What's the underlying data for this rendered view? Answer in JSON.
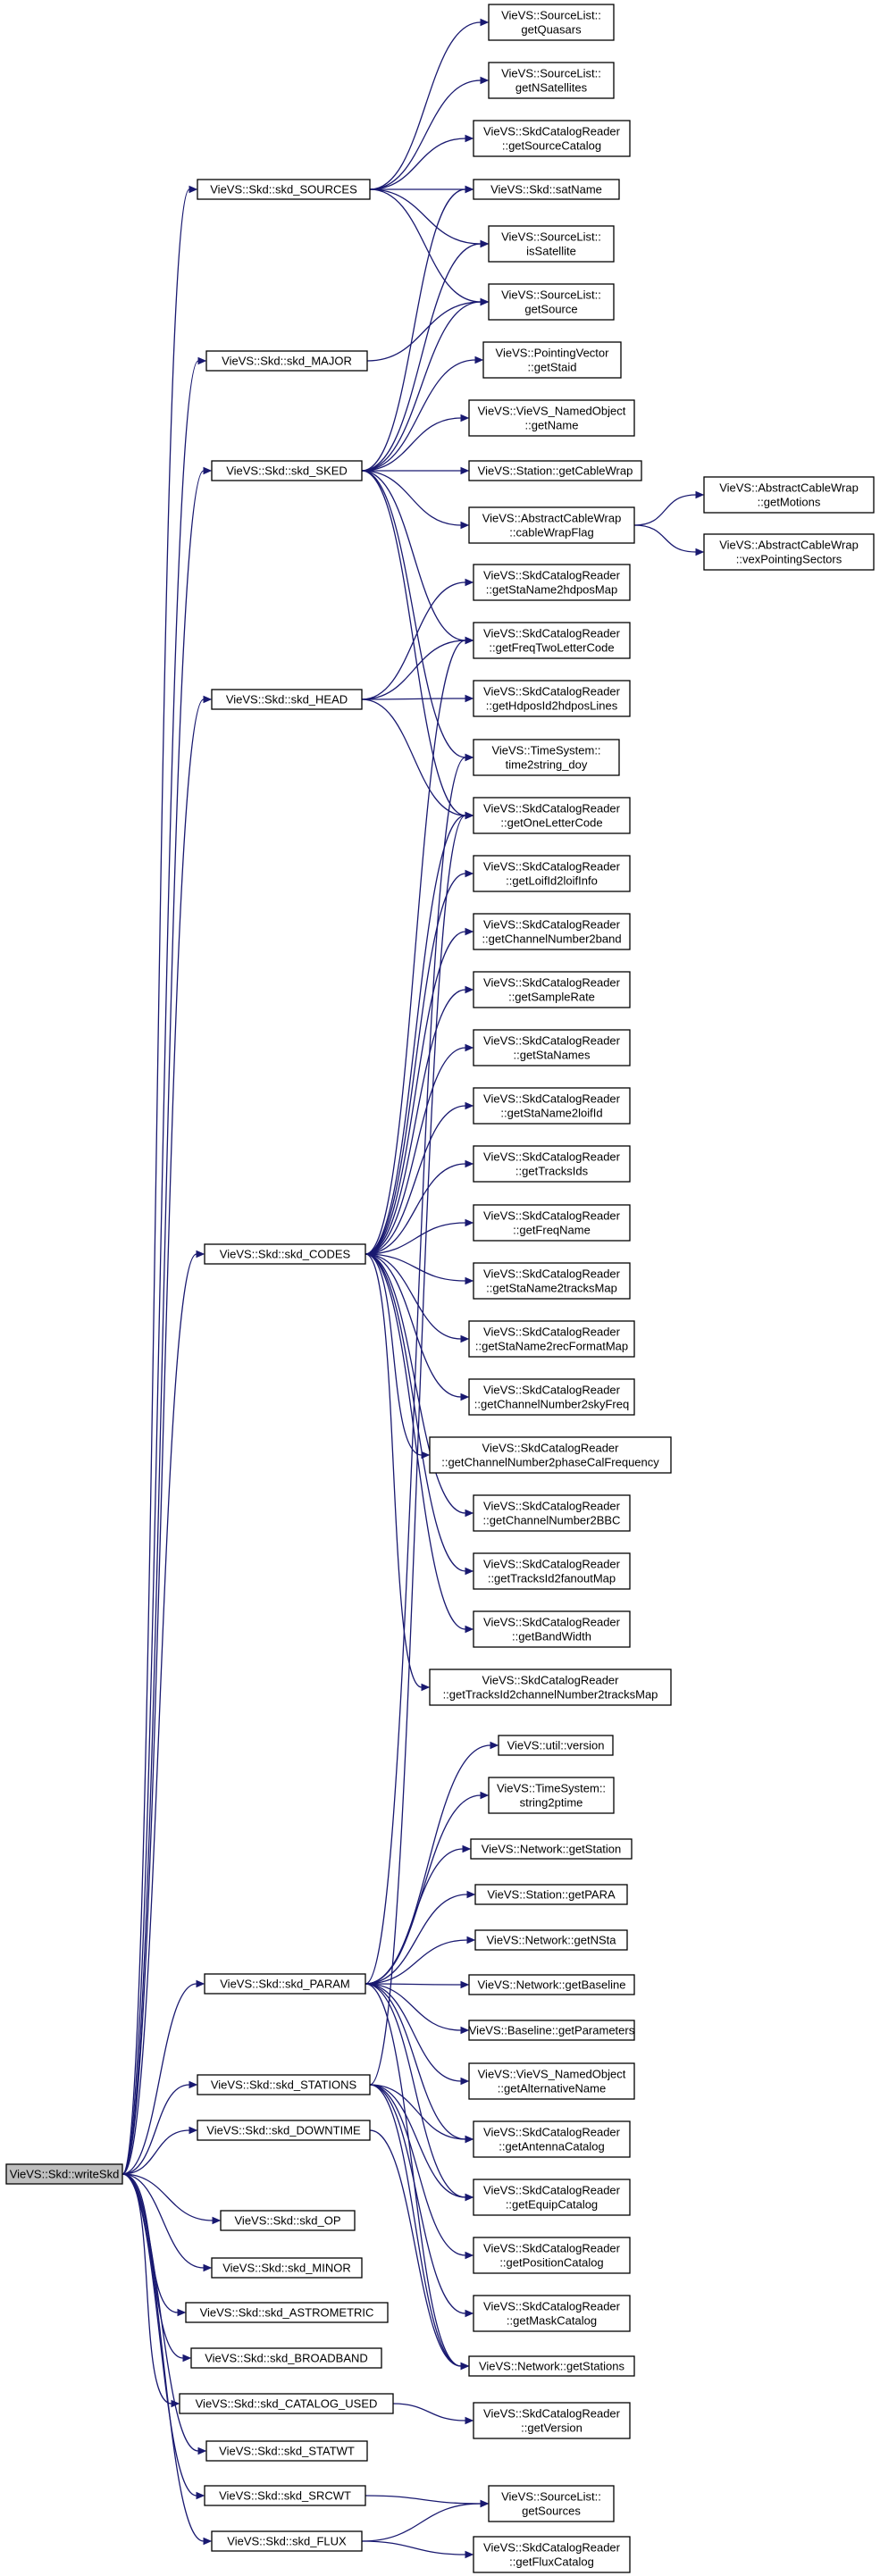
{
  "colors": {
    "edge": "#191970",
    "node_border": "#000000",
    "root_fill": "#bfbfbf",
    "node_fill": "#ffffff"
  },
  "nodes": {
    "writeSkd": [
      "VieVS::Skd::writeSkd"
    ],
    "skd_SOURCES": [
      "VieVS::Skd::skd_SOURCES"
    ],
    "skd_MAJOR": [
      "VieVS::Skd::skd_MAJOR"
    ],
    "skd_SKED": [
      "VieVS::Skd::skd_SKED"
    ],
    "skd_HEAD": [
      "VieVS::Skd::skd_HEAD"
    ],
    "skd_CODES": [
      "VieVS::Skd::skd_CODES"
    ],
    "skd_PARAM": [
      "VieVS::Skd::skd_PARAM"
    ],
    "skd_STATIONS": [
      "VieVS::Skd::skd_STATIONS"
    ],
    "skd_DOWNTIME": [
      "VieVS::Skd::skd_DOWNTIME"
    ],
    "skd_OP": [
      "VieVS::Skd::skd_OP"
    ],
    "skd_MINOR": [
      "VieVS::Skd::skd_MINOR"
    ],
    "skd_ASTROMETRIC": [
      "VieVS::Skd::skd_ASTROMETRIC"
    ],
    "skd_BROADBAND": [
      "VieVS::Skd::skd_BROADBAND"
    ],
    "skd_CATALOG_USED": [
      "VieVS::Skd::skd_CATALOG_USED"
    ],
    "skd_STATWT": [
      "VieVS::Skd::skd_STATWT"
    ],
    "skd_SRCWT": [
      "VieVS::Skd::skd_SRCWT"
    ],
    "skd_FLUX": [
      "VieVS::Skd::skd_FLUX"
    ],
    "getQuasars": [
      "VieVS::SourceList::",
      "getQuasars"
    ],
    "getNSatellites": [
      "VieVS::SourceList::",
      "getNSatellites"
    ],
    "getSourceCatalog": [
      "VieVS::SkdCatalogReader",
      "::getSourceCatalog"
    ],
    "satName": [
      "VieVS::Skd::satName"
    ],
    "isSatellite": [
      "VieVS::SourceList::",
      "isSatellite"
    ],
    "getSource": [
      "VieVS::SourceList::",
      "getSource"
    ],
    "getStaid": [
      "VieVS::PointingVector",
      "::getStaid"
    ],
    "getName": [
      "VieVS::VieVS_NamedObject",
      "::getName"
    ],
    "getCableWrap": [
      "VieVS::Station::getCableWrap"
    ],
    "cableWrapFlag": [
      "VieVS::AbstractCableWrap",
      "::cableWrapFlag"
    ],
    "getMotions": [
      "VieVS::AbstractCableWrap",
      "::getMotions"
    ],
    "vexPointingSectors": [
      "VieVS::AbstractCableWrap",
      "::vexPointingSectors"
    ],
    "getStaName2hdposMap": [
      "VieVS::SkdCatalogReader",
      "::getStaName2hdposMap"
    ],
    "getFreqTwoLetterCode": [
      "VieVS::SkdCatalogReader",
      "::getFreqTwoLetterCode"
    ],
    "getHdposId2hdposLines": [
      "VieVS::SkdCatalogReader",
      "::getHdposId2hdposLines"
    ],
    "time2string_doy": [
      "VieVS::TimeSystem::",
      "time2string_doy"
    ],
    "getOneLetterCode": [
      "VieVS::SkdCatalogReader",
      "::getOneLetterCode"
    ],
    "getLoifId2loifInfo": [
      "VieVS::SkdCatalogReader",
      "::getLoifId2loifInfo"
    ],
    "getChannelNumber2band": [
      "VieVS::SkdCatalogReader",
      "::getChannelNumber2band"
    ],
    "getSampleRate": [
      "VieVS::SkdCatalogReader",
      "::getSampleRate"
    ],
    "getStaNames": [
      "VieVS::SkdCatalogReader",
      "::getStaNames"
    ],
    "getStaName2loifId": [
      "VieVS::SkdCatalogReader",
      "::getStaName2loifId"
    ],
    "getTracksIds": [
      "VieVS::SkdCatalogReader",
      "::getTracksIds"
    ],
    "getFreqName": [
      "VieVS::SkdCatalogReader",
      "::getFreqName"
    ],
    "getStaName2tracksMap": [
      "VieVS::SkdCatalogReader",
      "::getStaName2tracksMap"
    ],
    "getStaName2recFormatMap": [
      "VieVS::SkdCatalogReader",
      "::getStaName2recFormatMap"
    ],
    "getChannelNumber2skyFreq": [
      "VieVS::SkdCatalogReader",
      "::getChannelNumber2skyFreq"
    ],
    "getChannelNumber2phaseCalFrequency": [
      "VieVS::SkdCatalogReader",
      "::getChannelNumber2phaseCalFrequency"
    ],
    "getChannelNumber2BBC": [
      "VieVS::SkdCatalogReader",
      "::getChannelNumber2BBC"
    ],
    "getTracksId2fanoutMap": [
      "VieVS::SkdCatalogReader",
      "::getTracksId2fanoutMap"
    ],
    "getBandWidth": [
      "VieVS::SkdCatalogReader",
      "::getBandWidth"
    ],
    "getTracksId2channelNumber2tracksMap": [
      "VieVS::SkdCatalogReader",
      "::getTracksId2channelNumber2tracksMap"
    ],
    "version": [
      "VieVS::util::version"
    ],
    "string2ptime": [
      "VieVS::TimeSystem::",
      "string2ptime"
    ],
    "getStation": [
      "VieVS::Network::getStation"
    ],
    "getPARA": [
      "VieVS::Station::getPARA"
    ],
    "getNSta": [
      "VieVS::Network::getNSta"
    ],
    "getBaseline": [
      "VieVS::Network::getBaseline"
    ],
    "getParameters": [
      "VieVS::Baseline::getParameters"
    ],
    "getAlternativeName": [
      "VieVS::VieVS_NamedObject",
      "::getAlternativeName"
    ],
    "getAntennaCatalog": [
      "VieVS::SkdCatalogReader",
      "::getAntennaCatalog"
    ],
    "getEquipCatalog": [
      "VieVS::SkdCatalogReader",
      "::getEquipCatalog"
    ],
    "getPositionCatalog": [
      "VieVS::SkdCatalogReader",
      "::getPositionCatalog"
    ],
    "getMaskCatalog": [
      "VieVS::SkdCatalogReader",
      "::getMaskCatalog"
    ],
    "getStations": [
      "VieVS::Network::getStations"
    ],
    "getVersion": [
      "VieVS::SkdCatalogReader",
      "::getVersion"
    ],
    "getSources": [
      "VieVS::SourceList::",
      "getSources"
    ],
    "getFluxCatalog": [
      "VieVS::SkdCatalogReader",
      "::getFluxCatalog"
    ]
  },
  "edges": [
    [
      "writeSkd",
      "skd_SOURCES"
    ],
    [
      "writeSkd",
      "skd_MAJOR"
    ],
    [
      "writeSkd",
      "skd_SKED"
    ],
    [
      "writeSkd",
      "skd_HEAD"
    ],
    [
      "writeSkd",
      "skd_CODES"
    ],
    [
      "writeSkd",
      "skd_PARAM"
    ],
    [
      "writeSkd",
      "skd_STATIONS"
    ],
    [
      "writeSkd",
      "skd_DOWNTIME"
    ],
    [
      "writeSkd",
      "skd_OP"
    ],
    [
      "writeSkd",
      "skd_MINOR"
    ],
    [
      "writeSkd",
      "skd_ASTROMETRIC"
    ],
    [
      "writeSkd",
      "skd_BROADBAND"
    ],
    [
      "writeSkd",
      "skd_CATALOG_USED"
    ],
    [
      "writeSkd",
      "skd_STATWT"
    ],
    [
      "writeSkd",
      "skd_SRCWT"
    ],
    [
      "writeSkd",
      "skd_FLUX"
    ],
    [
      "skd_SOURCES",
      "getQuasars"
    ],
    [
      "skd_SOURCES",
      "getNSatellites"
    ],
    [
      "skd_SOURCES",
      "getSourceCatalog"
    ],
    [
      "skd_SOURCES",
      "satName"
    ],
    [
      "skd_SOURCES",
      "isSatellite"
    ],
    [
      "skd_SOURCES",
      "getSource"
    ],
    [
      "skd_MAJOR",
      "getSource"
    ],
    [
      "skd_SKED",
      "satName"
    ],
    [
      "skd_SKED",
      "isSatellite"
    ],
    [
      "skd_SKED",
      "getSource"
    ],
    [
      "skd_SKED",
      "getStaid"
    ],
    [
      "skd_SKED",
      "getName"
    ],
    [
      "skd_SKED",
      "getCableWrap"
    ],
    [
      "skd_SKED",
      "cableWrapFlag"
    ],
    [
      "skd_SKED",
      "getFreqTwoLetterCode"
    ],
    [
      "skd_SKED",
      "time2string_doy"
    ],
    [
      "skd_SKED",
      "getOneLetterCode"
    ],
    [
      "cableWrapFlag",
      "getMotions"
    ],
    [
      "cableWrapFlag",
      "vexPointingSectors"
    ],
    [
      "skd_HEAD",
      "getStaName2hdposMap"
    ],
    [
      "skd_HEAD",
      "getFreqTwoLetterCode"
    ],
    [
      "skd_HEAD",
      "getHdposId2hdposLines"
    ],
    [
      "skd_HEAD",
      "getOneLetterCode"
    ],
    [
      "skd_CODES",
      "getFreqTwoLetterCode"
    ],
    [
      "skd_CODES",
      "getOneLetterCode"
    ],
    [
      "skd_CODES",
      "getLoifId2loifInfo"
    ],
    [
      "skd_CODES",
      "getChannelNumber2band"
    ],
    [
      "skd_CODES",
      "getSampleRate"
    ],
    [
      "skd_CODES",
      "getStaNames"
    ],
    [
      "skd_CODES",
      "getStaName2loifId"
    ],
    [
      "skd_CODES",
      "getTracksIds"
    ],
    [
      "skd_CODES",
      "getFreqName"
    ],
    [
      "skd_CODES",
      "getStaName2tracksMap"
    ],
    [
      "skd_CODES",
      "getStaName2recFormatMap"
    ],
    [
      "skd_CODES",
      "getChannelNumber2skyFreq"
    ],
    [
      "skd_CODES",
      "getChannelNumber2phaseCalFrequency"
    ],
    [
      "skd_CODES",
      "getChannelNumber2BBC"
    ],
    [
      "skd_CODES",
      "getTracksId2fanoutMap"
    ],
    [
      "skd_CODES",
      "getBandWidth"
    ],
    [
      "skd_CODES",
      "getTracksId2channelNumber2tracksMap"
    ],
    [
      "skd_PARAM",
      "time2string_doy"
    ],
    [
      "skd_PARAM",
      "version"
    ],
    [
      "skd_PARAM",
      "string2ptime"
    ],
    [
      "skd_PARAM",
      "getStation"
    ],
    [
      "skd_PARAM",
      "getPARA"
    ],
    [
      "skd_PARAM",
      "getNSta"
    ],
    [
      "skd_PARAM",
      "getBaseline"
    ],
    [
      "skd_PARAM",
      "getParameters"
    ],
    [
      "skd_PARAM",
      "getAlternativeName"
    ],
    [
      "skd_PARAM",
      "getAntennaCatalog"
    ],
    [
      "skd_PARAM",
      "getEquipCatalog"
    ],
    [
      "skd_PARAM",
      "getStations"
    ],
    [
      "skd_STATIONS",
      "getOneLetterCode"
    ],
    [
      "skd_STATIONS",
      "getAntennaCatalog"
    ],
    [
      "skd_STATIONS",
      "getEquipCatalog"
    ],
    [
      "skd_STATIONS",
      "getPositionCatalog"
    ],
    [
      "skd_STATIONS",
      "getMaskCatalog"
    ],
    [
      "skd_STATIONS",
      "getStations"
    ],
    [
      "skd_DOWNTIME",
      "getStations"
    ],
    [
      "skd_CATALOG_USED",
      "getVersion"
    ],
    [
      "skd_SRCWT",
      "getSources"
    ],
    [
      "skd_FLUX",
      "getSources"
    ],
    [
      "skd_FLUX",
      "getFluxCatalog"
    ]
  ]
}
